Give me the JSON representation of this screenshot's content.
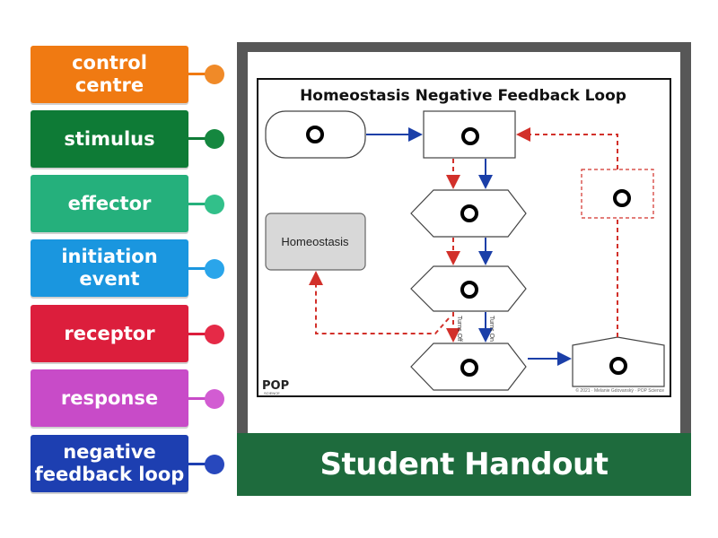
{
  "labels": [
    {
      "text": "control\ncentre",
      "color": "#f07a12",
      "dot": "#f08a28"
    },
    {
      "text": "stimulus",
      "color": "#0e7b36",
      "dot": "#15873f"
    },
    {
      "text": "effector",
      "color": "#25b07c",
      "dot": "#32c08a"
    },
    {
      "text": "initiation\nevent",
      "color": "#1a96df",
      "dot": "#2aa5ea"
    },
    {
      "text": "receptor",
      "color": "#dc1e3c",
      "dot": "#e52a47"
    },
    {
      "text": "response",
      "color": "#c84bc8",
      "dot": "#d25cd2"
    },
    {
      "text": "negative\nfeedback loop",
      "color": "#1d3fb1",
      "dot": "#2848bd"
    }
  ],
  "diagram": {
    "title": "Homeostasis Negative Feedback Loop",
    "homeostasis_label": "Homeostasis",
    "arrow_labels": [
      "Turns Off",
      "Turns On"
    ],
    "copyright": "© 2021 · Melanie Gdovanský · POP Science",
    "logo_text": "POP",
    "logo_subtext": "SCIENCE"
  },
  "footer_text": "Student Handout",
  "colors": {
    "solid_arrow": "#1b3fa8",
    "dashed_arrow": "#d2302a",
    "panel_bg": "#575757",
    "footer_bg": "#1e6b3d"
  }
}
